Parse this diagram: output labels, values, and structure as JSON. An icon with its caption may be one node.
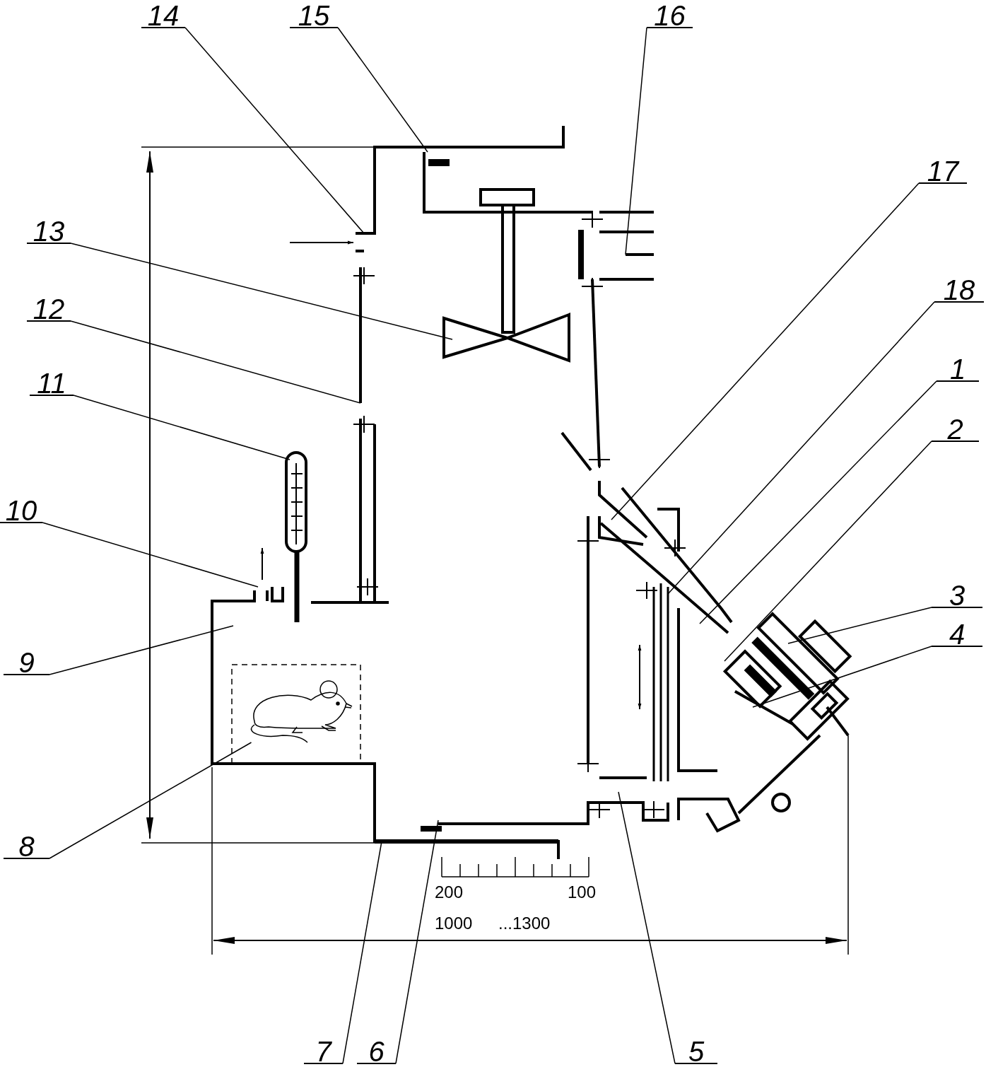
{
  "diagram": {
    "nodes": [
      {
        "text": [
          "14"
        ]
      },
      {
        "text": [
          "15"
        ]
      },
      {
        "text": [
          "16"
        ]
      },
      {
        "text": [
          "17"
        ]
      },
      {
        "text": [
          "13"
        ]
      },
      {
        "text": [
          "18"
        ]
      },
      {
        "text": [
          "12"
        ]
      },
      {
        "text": [
          "1"
        ]
      },
      {
        "text": [
          "11"
        ]
      },
      {
        "text": [
          "2"
        ]
      },
      {
        "text": [
          "10"
        ]
      },
      {
        "text": [
          "3"
        ]
      },
      {
        "text": [
          "9"
        ]
      },
      {
        "text": [
          "4"
        ]
      },
      {
        "text": [
          "8"
        ]
      },
      {
        "text": [
          "7"
        ]
      },
      {
        "text": [
          "6"
        ]
      },
      {
        "text": [
          "5"
        ]
      },
      {
        "text": [],
        "shape": "picture"
      }
    ],
    "edges": [
      {
        "from": 0,
        "to": null,
        "arrow": "none"
      },
      {
        "from": 1,
        "to": null,
        "arrow": "none"
      },
      {
        "from": 2,
        "to": null,
        "arrow": "none"
      },
      {
        "from": 3,
        "to": null,
        "arrow": "none"
      },
      {
        "from": 4,
        "to": null,
        "arrow": "none"
      },
      {
        "from": 5,
        "to": null,
        "arrow": "none"
      },
      {
        "from": 6,
        "to": null,
        "arrow": "none"
      },
      {
        "from": 7,
        "to": null,
        "arrow": "none"
      },
      {
        "from": 8,
        "to": null,
        "arrow": "none"
      },
      {
        "from": 9,
        "to": null,
        "arrow": "none"
      },
      {
        "from": 10,
        "to": null,
        "arrow": "none"
      },
      {
        "from": 11,
        "to": null,
        "arrow": "none"
      },
      {
        "from": 12,
        "to": null,
        "arrow": "none"
      },
      {
        "from": 13,
        "to": null,
        "arrow": "none"
      },
      {
        "from": 14,
        "to": 18,
        "arrow": "none"
      },
      {
        "from": 15,
        "to": null,
        "arrow": "none"
      },
      {
        "from": 16,
        "to": null,
        "arrow": "none"
      },
      {
        "from": 17,
        "to": null,
        "arrow": "none"
      }
    ],
    "labels": [
      "200",
      "100",
      "1000",
      "...1300"
    ]
  }
}
